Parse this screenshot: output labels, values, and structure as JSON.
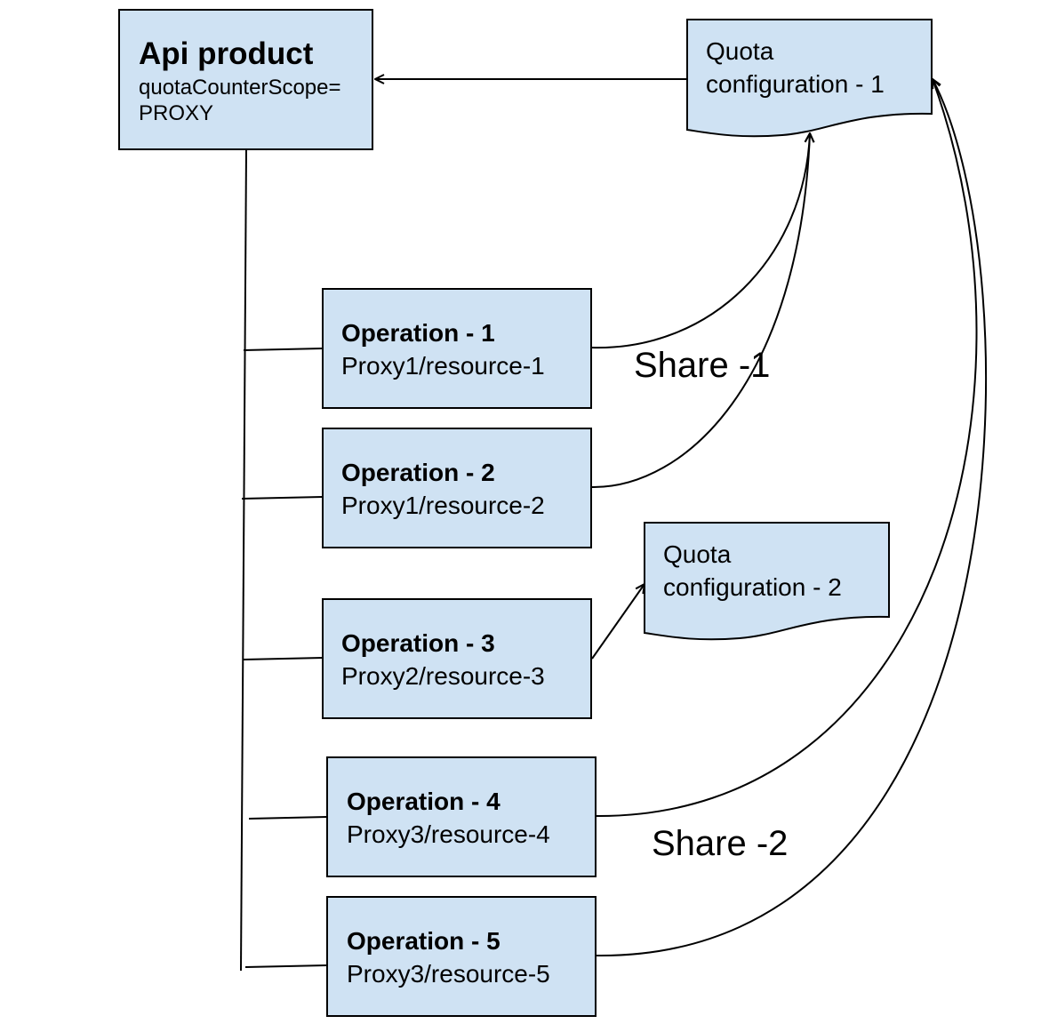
{
  "api_product": {
    "title": "Api product",
    "line1": "quotaCounterScope=",
    "line2": "PROXY"
  },
  "quota_configs": [
    {
      "line1": "Quota",
      "line2": "configuration - 1"
    },
    {
      "line1": "Quota",
      "line2": "configuration - 2"
    }
  ],
  "operations": [
    {
      "title": "Operation - 1",
      "path": "Proxy1/resource-1"
    },
    {
      "title": "Operation - 2",
      "path": "Proxy1/resource-2"
    },
    {
      "title": "Operation - 3",
      "path": "Proxy2/resource-3"
    },
    {
      "title": "Operation - 4",
      "path": "Proxy3/resource-4"
    },
    {
      "title": "Operation - 5",
      "path": "Proxy3/resource-5"
    }
  ],
  "share_labels": [
    "Share -1",
    "Share -2"
  ],
  "colors": {
    "node_fill": "#cfe2f3",
    "stroke": "#000000"
  }
}
